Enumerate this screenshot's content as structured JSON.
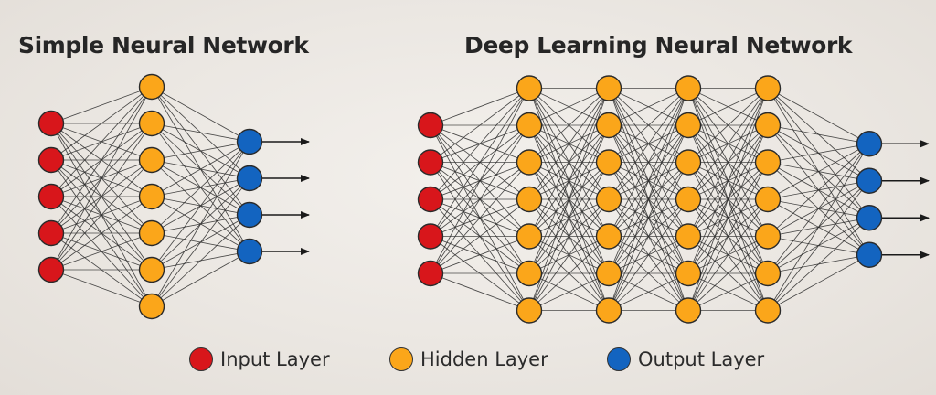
{
  "titles": {
    "simple": "Simple Neural Network",
    "deep": "Deep Learning Neural Network"
  },
  "colors": {
    "input": "#d8161b",
    "hidden": "#fba61a",
    "output": "#1364c0",
    "edge": "#2a2a2a",
    "node_stroke": "#2b2b2b"
  },
  "networks": [
    {
      "id": "simple",
      "layers": [
        {
          "type": "input",
          "nodes": 5
        },
        {
          "type": "hidden",
          "nodes": 7
        },
        {
          "type": "output",
          "nodes": 4
        }
      ]
    },
    {
      "id": "deep",
      "layers": [
        {
          "type": "input",
          "nodes": 5
        },
        {
          "type": "hidden",
          "nodes": 7
        },
        {
          "type": "hidden",
          "nodes": 7
        },
        {
          "type": "hidden",
          "nodes": 7
        },
        {
          "type": "hidden",
          "nodes": 7
        },
        {
          "type": "output",
          "nodes": 4
        }
      ]
    }
  ],
  "legend": [
    {
      "type": "input",
      "label": "Input Layer"
    },
    {
      "type": "hidden",
      "label": "Hidden Layer"
    },
    {
      "type": "output",
      "label": "Output Layer"
    }
  ]
}
